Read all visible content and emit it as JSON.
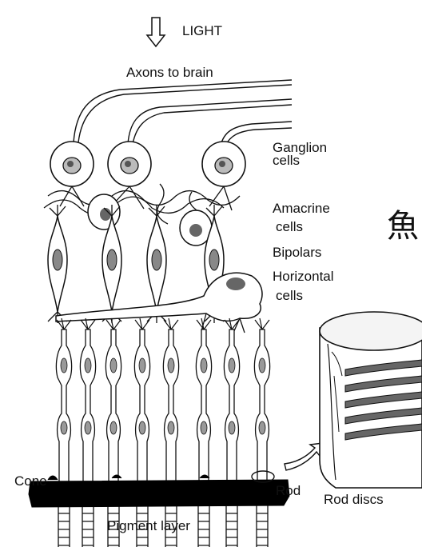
{
  "header": {
    "light_arrow_icon": "down-arrow-icon",
    "light_label": "LIGHT"
  },
  "labels": {
    "axons": "Axons to brain",
    "ganglion_1": "Ganglion",
    "ganglion_2": "cells",
    "amacrine_1": "Amacrine",
    "amacrine_2": "cells",
    "bipolars": "Bipolars",
    "horizontal_1": "Horizontal",
    "horizontal_2": "cells",
    "cone": "Cone",
    "rod": "Rod",
    "pigment": "Pigment layer",
    "rod_discs": "Rod discs"
  },
  "side_glyph": "魚"
}
